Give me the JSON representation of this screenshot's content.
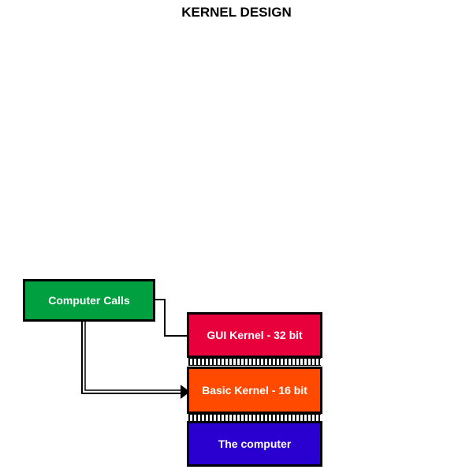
{
  "title": "KERNEL DESIGN",
  "nodes": {
    "computer_calls": {
      "label": "Computer Calls",
      "color": "#00a040"
    },
    "gui_kernel": {
      "label": "GUI Kernel - 32 bit",
      "color": "#e8003c"
    },
    "basic_kernel": {
      "label": "Basic Kernel - 16 bit",
      "color": "#ff4a00"
    },
    "computer": {
      "label": "The computer",
      "color": "#2a00d0"
    }
  }
}
